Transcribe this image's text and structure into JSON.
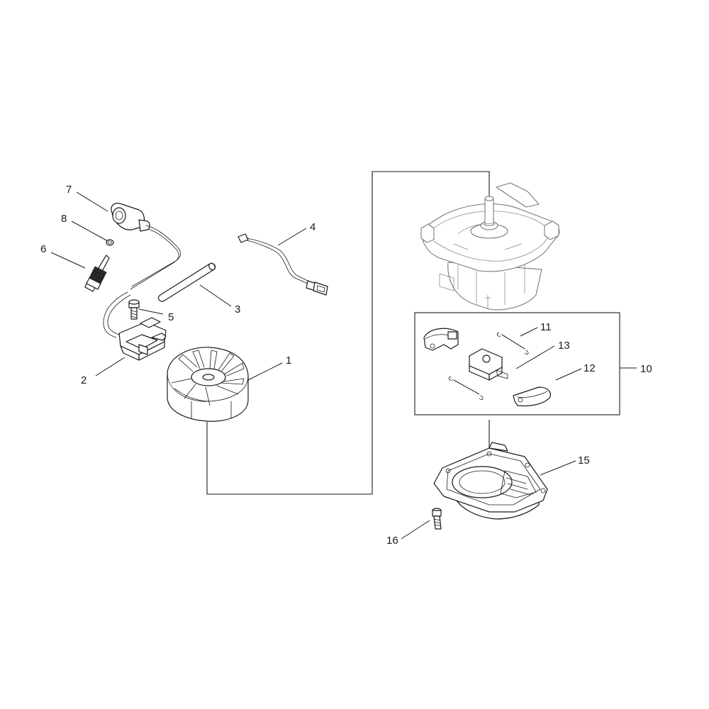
{
  "callouts": [
    {
      "id": "c1",
      "label": "1"
    },
    {
      "id": "c2",
      "label": "2"
    },
    {
      "id": "c3",
      "label": "3"
    },
    {
      "id": "c4",
      "label": "4"
    },
    {
      "id": "c5",
      "label": "5"
    },
    {
      "id": "c6",
      "label": "6"
    },
    {
      "id": "c7",
      "label": "7"
    },
    {
      "id": "c8",
      "label": "8"
    },
    {
      "id": "c10",
      "label": "10"
    },
    {
      "id": "c11",
      "label": "11"
    },
    {
      "id": "c12",
      "label": "12"
    },
    {
      "id": "c13",
      "label": "13"
    },
    {
      "id": "c15",
      "label": "15"
    },
    {
      "id": "c16",
      "label": "16"
    }
  ],
  "parts": {
    "p1": "flywheel",
    "p2": "ignition-coil",
    "p3": "tube",
    "p4": "stop-switch-wire",
    "p5": "screw",
    "p6": "spark-plug",
    "p7": "plug-cap",
    "p8": "spring-clip",
    "p10": "clutch-assembly",
    "p11": "clutch-spring",
    "p12": "clutch-shoe",
    "p13": "clutch-hub",
    "p15": "clutch-case",
    "p16": "bolt"
  }
}
